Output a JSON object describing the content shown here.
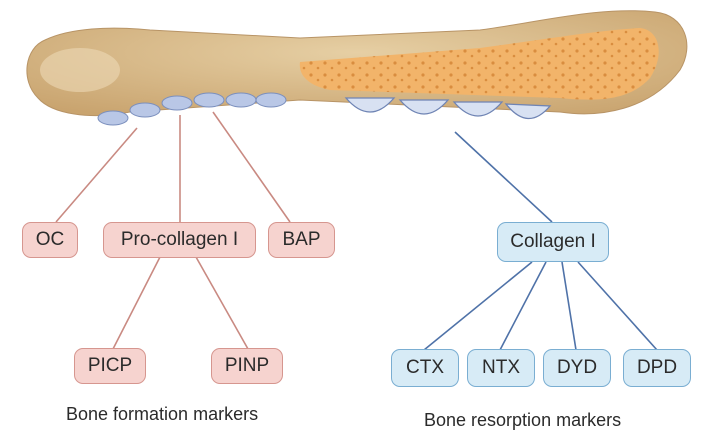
{
  "formation": {
    "caption": "Bone formation markers",
    "top_markers": [
      "OC",
      "Pro-collagen I",
      "BAP"
    ],
    "sub_markers": [
      "PICP",
      "PINP"
    ]
  },
  "resorption": {
    "caption": "Bone resorption markers",
    "top_marker": "Collagen I",
    "sub_markers": [
      "CTX",
      "NTX",
      "DYD",
      "DPD"
    ]
  },
  "colors": {
    "formation_box_fill": "#f6d3cf",
    "formation_box_border": "#d6968f",
    "formation_line": "#c98a82",
    "resorption_box_fill": "#d7ebf6",
    "resorption_box_border": "#7aaed2",
    "resorption_line": "#4f72a8",
    "bone_cortex": "#d8b98a",
    "bone_marrow": "#f2b46a",
    "osteoblast": "#b9c7e6",
    "osteoclast": "#d8e1f2"
  }
}
